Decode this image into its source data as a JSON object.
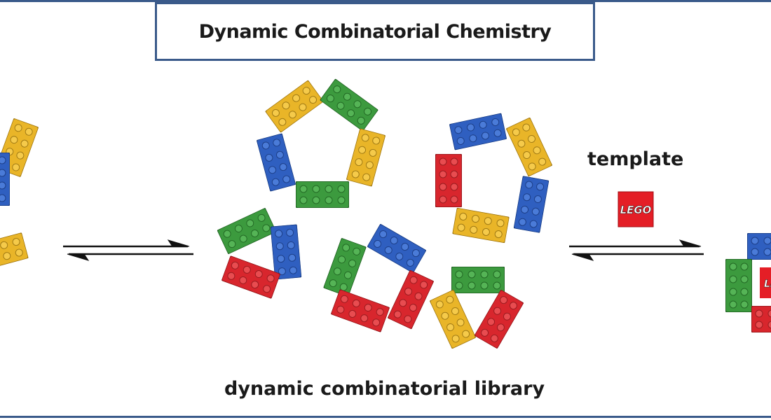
{
  "title": "Dynamic Combinatorial Chemistry",
  "template_label": "template",
  "library_label": "dynamic combinatorial library",
  "lego_logo_text": "LEGO",
  "colors": {
    "frame": "#3a5a8a",
    "red": "#d8262d",
    "blue": "#2f5fc0",
    "green": "#3c9a3e",
    "yellow": "#e9b528",
    "logo_red": "#e41e26",
    "logo_yellow": "#ffd500"
  },
  "icons": {
    "equilibrium_arrow": "equilibrium-arrows-icon",
    "lego_logo": "lego-logo-icon"
  }
}
